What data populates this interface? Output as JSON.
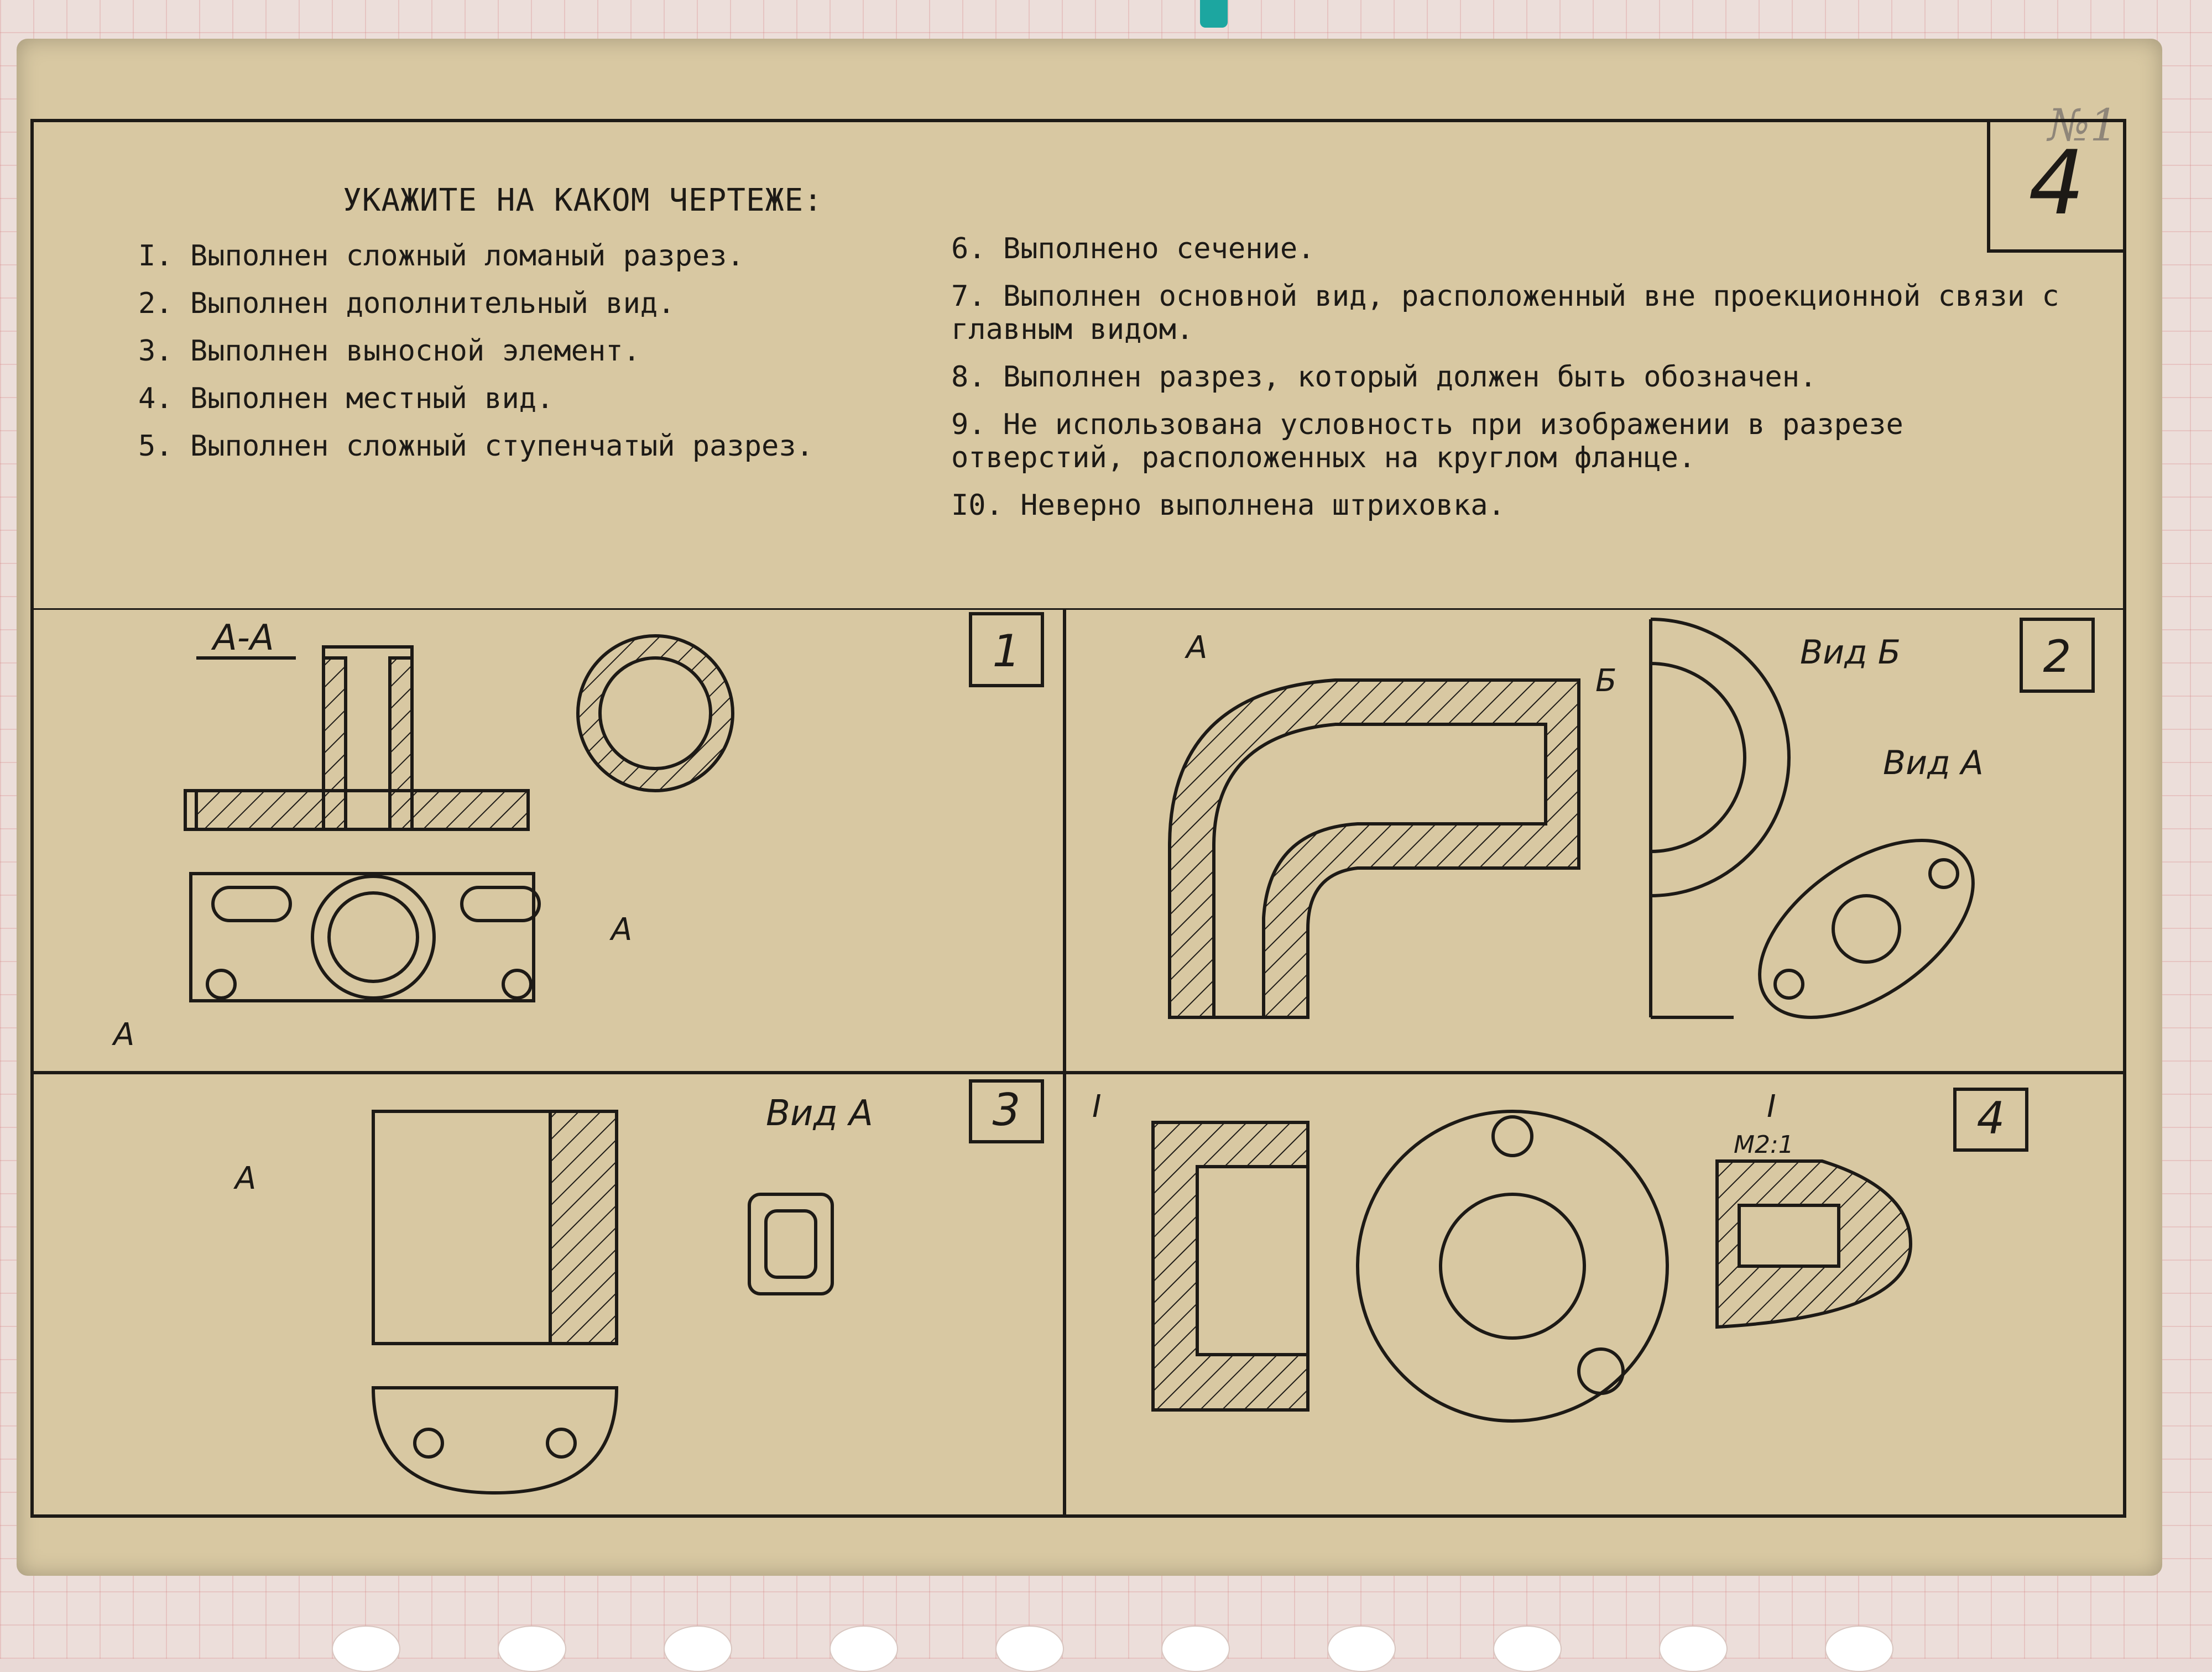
{
  "sheet": {
    "number": "4",
    "title": "УКАЖИТЕ НА КАКОМ ЧЕРТЕЖЕ:",
    "corner_note": "№1"
  },
  "items": [
    "I. Выполнен сложный ломаный разрез.",
    "2. Выполнен дополнительный вид.",
    "3. Выполнен выносной элемент.",
    "4. Выполнен местный вид.",
    "5. Выполнен сложный ступенчатый разрез.",
    "6. Выполнено сечение.",
    "7. Выполнен основной вид, расположенный вне проекционной связи с главным видом.",
    "8. Выполнен разрез, который должен быть обозначен.",
    "9. Не использована условность при изображении в разрезе отверстий, расположенных на круглом фланце.",
    "I0. Неверно выполнена штриховка."
  ],
  "panels": [
    {
      "number": "1",
      "labels": [
        "А-А",
        "А",
        "А"
      ]
    },
    {
      "number": "2",
      "labels": [
        "А",
        "Б",
        "Вид Б",
        "Вид А"
      ]
    },
    {
      "number": "3",
      "labels": [
        "А",
        "Вид А"
      ]
    },
    {
      "number": "4",
      "labels": [
        "I",
        "I",
        "М2:1"
      ]
    }
  ]
}
